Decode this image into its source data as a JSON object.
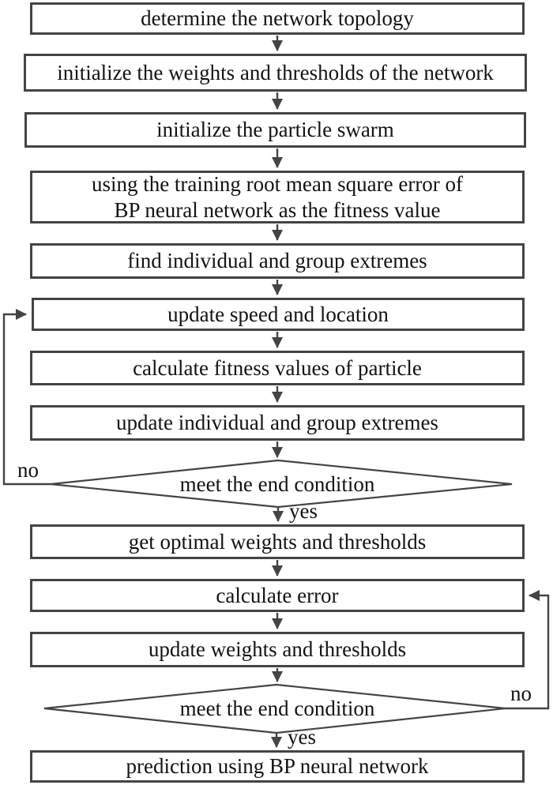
{
  "colors": {
    "line": "#444444",
    "text": "#131313",
    "background": "#ffffff"
  },
  "flowchart": {
    "nodes": [
      {
        "id": "determine-topology",
        "type": "process",
        "label": "determine the network topology"
      },
      {
        "id": "init-weights",
        "type": "process",
        "label": "initialize the weights and thresholds of the network"
      },
      {
        "id": "init-swarm",
        "type": "process",
        "label": "initialize the particle swarm"
      },
      {
        "id": "fitness-value",
        "type": "process",
        "label": "using the training root mean square error of BP neural network as the fitness value",
        "lines": [
          "using the training root mean square error of",
          "BP neural network as the fitness value"
        ]
      },
      {
        "id": "find-extremes",
        "type": "process",
        "label": "find individual and group extremes"
      },
      {
        "id": "update-speed",
        "type": "process",
        "label": "update speed and location"
      },
      {
        "id": "calc-fitness",
        "type": "process",
        "label": "calculate fitness values of particle"
      },
      {
        "id": "update-extremes",
        "type": "process",
        "label": "update individual and group extremes"
      },
      {
        "id": "end-condition-1",
        "type": "decision",
        "label": "meet the end condition"
      },
      {
        "id": "get-optimal",
        "type": "process",
        "label": "get optimal weights and thresholds"
      },
      {
        "id": "calc-error",
        "type": "process",
        "label": "calculate error"
      },
      {
        "id": "update-weights",
        "type": "process",
        "label": "update weights and thresholds"
      },
      {
        "id": "end-condition-2",
        "type": "decision",
        "label": "meet the end condition"
      },
      {
        "id": "prediction",
        "type": "process",
        "label": "prediction using BP neural network"
      }
    ],
    "edge_labels": {
      "decision1_yes": "yes",
      "decision1_no": "no",
      "decision2_yes": "yes",
      "decision2_no": "no"
    }
  }
}
